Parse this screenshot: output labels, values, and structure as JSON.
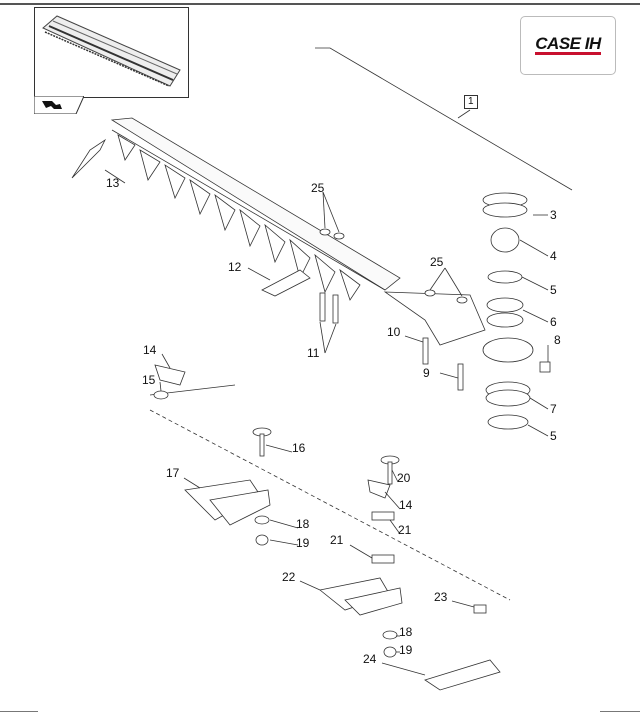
{
  "brand": {
    "logo_text": "CASE IH",
    "accent": "#c8102e"
  },
  "thumbnail": {
    "icon": "return-arrow-icon"
  },
  "callouts": [
    {
      "label": "1"
    },
    {
      "label": "3"
    },
    {
      "label": "4"
    },
    {
      "label": "5"
    },
    {
      "label": "6"
    },
    {
      "label": "8"
    },
    {
      "label": "7"
    },
    {
      "label": "5"
    },
    {
      "label": "25"
    },
    {
      "label": "25"
    },
    {
      "label": "13"
    },
    {
      "label": "12"
    },
    {
      "label": "10"
    },
    {
      "label": "11"
    },
    {
      "label": "9"
    },
    {
      "label": "14"
    },
    {
      "label": "15"
    },
    {
      "label": "16"
    },
    {
      "label": "17"
    },
    {
      "label": "20"
    },
    {
      "label": "14"
    },
    {
      "label": "18"
    },
    {
      "label": "19"
    },
    {
      "label": "21"
    },
    {
      "label": "21"
    },
    {
      "label": "22"
    },
    {
      "label": "23"
    },
    {
      "label": "18"
    },
    {
      "label": "19"
    },
    {
      "label": "24"
    }
  ]
}
